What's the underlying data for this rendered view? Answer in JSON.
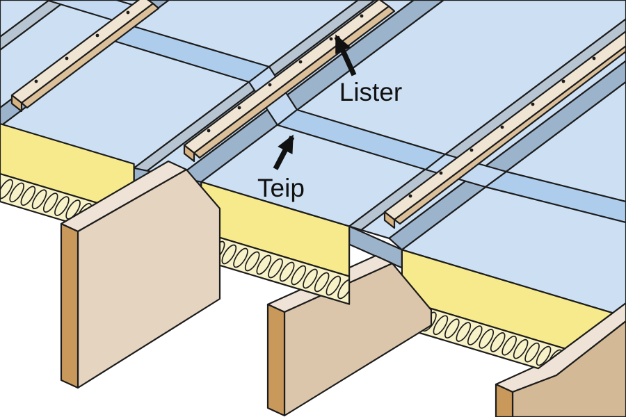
{
  "diagram": {
    "type": "construction-detail-illustration",
    "labels": {
      "lister": "Lister",
      "teip": "Teip"
    },
    "parts": [
      {
        "name": "batten",
        "label": "Lister",
        "points_to": "wood strip nailed over joist on top of membrane"
      },
      {
        "name": "tape",
        "label": "Teip",
        "points_to": "taped seam between membrane sheets"
      }
    ],
    "colors": {
      "background": "#ffffff",
      "membrane": "#cde0f3",
      "tape": "#aecdec",
      "tape_patch": "#c3daf2",
      "drape_shadow": "#9cb3cc",
      "hump_light_edge": "#b7c5d3",
      "insulation_top": "#f7ea8c",
      "insulation_cut": "#f8f2c8",
      "batten_top": "#f0e4d2",
      "batten_side": "#dcc09a",
      "batten_end": "#d9b483",
      "joist_face_1": "#e5d4bf",
      "joist_face_2": "#dcc6ab",
      "joist_face_3": "#d4b996",
      "joist_top": "#eee3d6",
      "joist_end": "#c9995c",
      "outline": "#1c1c1c",
      "label_text": "#111111"
    }
  }
}
